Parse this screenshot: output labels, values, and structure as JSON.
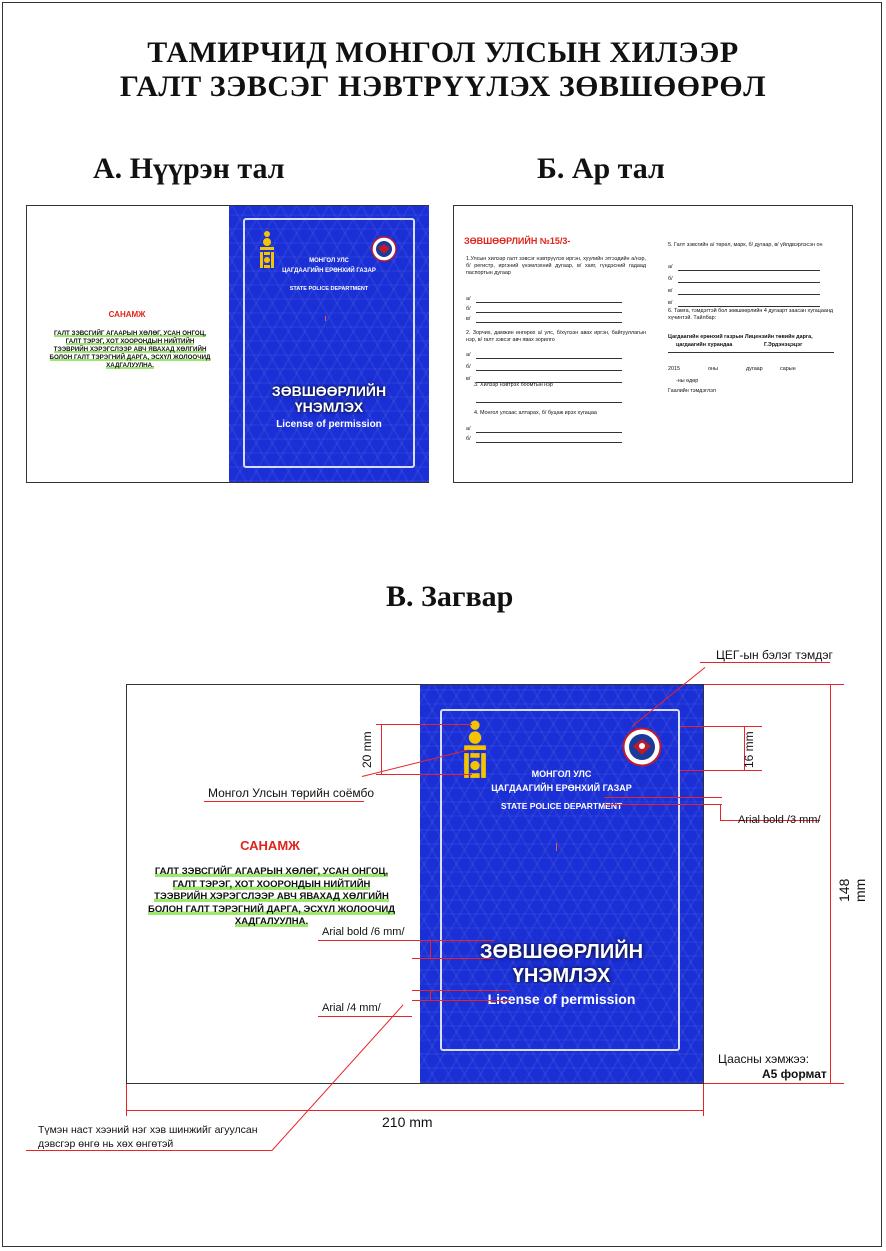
{
  "title": {
    "line1": "ТАМИРЧИД МОНГОЛ УЛСЫН ХИЛЭЭР",
    "line2": "ГАЛТ ЗЭВСЭГ НЭВТРҮҮЛЭХ ЗӨВШӨӨРӨЛ"
  },
  "sections": {
    "front": "А. Нүүрэн тал",
    "back": "Б. Ар тал",
    "template": "В. Загвар"
  },
  "cover": {
    "org1": "МОНГОЛ УЛС",
    "org2": "ЦАГДААГИЙН ЕРӨНХИЙ ГАЗАР",
    "org3": "STATE POLICE DEPARTMENT",
    "doc_line1": "ЗӨВШӨӨРЛИЙН",
    "doc_line2": "ҮНЭМЛЭХ",
    "doc_en": "License of permission",
    "police_label": "POLICE"
  },
  "warning": {
    "title": "САНАМЖ",
    "lines": [
      "ГАЛТ ЗЭВСГИЙГ АГААРЫН ХӨЛӨГ, УСАН ОНГОЦ,",
      "ГАЛТ ТЭРЭГ, ХОТ ХООРОНДЫН НИЙТИЙН",
      "ТЭЭВРИЙН ХЭРЭГСЛЭЭР АВЧ ЯВАХАД ХӨЛГИЙН",
      "БОЛОН ГАЛТ ТЭРЭГНИЙ ДАРГА, ЭСХҮЛ ЖОЛООЧИД",
      "ХАДГАЛУУЛНА."
    ]
  },
  "back": {
    "permit_no": "ЗӨВШӨӨРЛИЙН №15/3-",
    "q1": "1.Улсын хилээр галт зэвсэг нэвтрүүлэх иргэн, хуулийн этгээдийн а/нэр, б/ регистр, иргэний үнэмлэхний дугаар, в/ хаяг, гүндэсний гадаад паспортын дугаар",
    "q2": "2. Зорчих, дамжин өнгөрөх а/ улс, б/хүлээн авах иргэн, байгууллагын нэр, в/ галт зэвсэг авч явах зорилго",
    "q3": "3. Хилээр нэвтрэх боомтын нэр",
    "q4": "4. Монгол улсаас алтарах, б/ буцаж ирэх хугацаа",
    "q5": "5. Галт зэвсгийн а/ төрөл, марк, б/ дугаар, в/ үйлдвэрлэсэн он",
    "q6": "6. Тамга, тэмдэгтэй бол зөвшөөрлийн 4 дугаарт заасан хугацаанд хүчинтэй. Тайлбар:",
    "a": "а/",
    "b": "б/",
    "v": "в/",
    "sign_line1": "Цагдаагийн ерөнхий газрын Лицензийн төвийн дарга,",
    "sign_line2": "цагдаагийн хурандаа",
    "sign_name": "Г.Эрдэнэцэцэг",
    "year": "2015",
    "on": "оны",
    "month": "дугаар",
    "sar": "сарын",
    "day": "-ны өдөр",
    "stamp": "Гаалийн тэмдэглэл"
  },
  "annotations": {
    "emblem_police": "ЦЕГ-ын бэлэг тэмдэг",
    "emblem_state": "Монгол Улсын төрийн соёмбо",
    "font_3mm": "Arial bold /3 mm/",
    "font_6mm": "Arial bold /6 mm/",
    "font_4mm": "Arial /4 mm/",
    "h20": "20 mm",
    "h16": "16 mm",
    "h148": "148 mm",
    "w210": "210 mm",
    "paper_size_label": "Цаасны хэмжээ:",
    "paper_size_value": "А5 формат",
    "background_note_line1": "Түмэн наст хээний нэг хэв шинжийг агуулсан",
    "background_note_line2": "дэвсгэр өнгө нь хөх өнгөтэй"
  },
  "colors": {
    "cover_blue": "#1a2fd6",
    "warning_red": "#e0241c",
    "annotation_red": "#e8232a",
    "highlight_green": "#9be86a",
    "soyombo_gold": "#f5c400"
  }
}
